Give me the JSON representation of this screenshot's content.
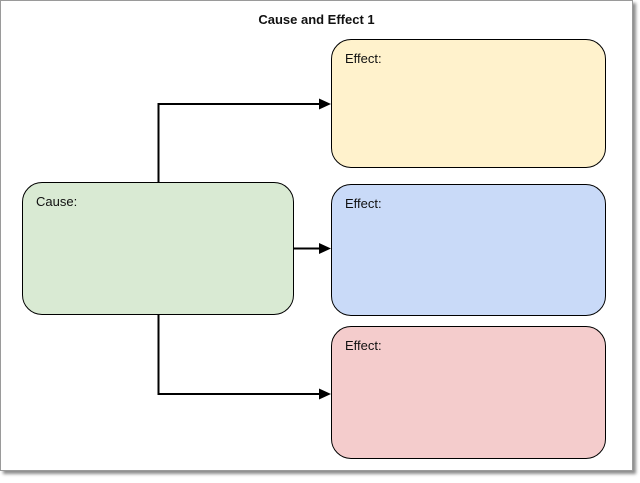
{
  "diagram": {
    "title": "Cause and Effect 1",
    "cause": {
      "label": "Cause:",
      "fill": "#d9ead3",
      "border_color": "#000000"
    },
    "effects": [
      {
        "label": "Effect:",
        "fill": "#fff2cc"
      },
      {
        "label": "Effect:",
        "fill": "#c9daf8"
      },
      {
        "label": "Effect:",
        "fill": "#f4cccc"
      }
    ],
    "connectors": [
      {
        "from": "cause",
        "to": "effect-1",
        "style": "elbow-arrow"
      },
      {
        "from": "cause",
        "to": "effect-2",
        "style": "straight-arrow"
      },
      {
        "from": "cause",
        "to": "effect-3",
        "style": "elbow-arrow"
      }
    ],
    "connector_color": "#000000",
    "canvas_background": "#ffffff"
  }
}
